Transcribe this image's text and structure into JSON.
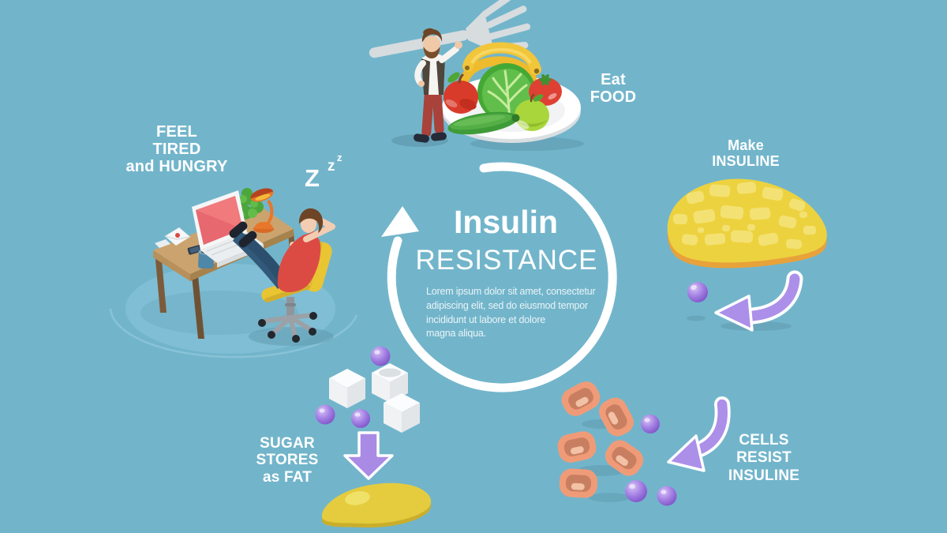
{
  "title": {
    "heading": "Insulin",
    "subheading": "RESISTANCE",
    "description": [
      "Lorem ipsum dolor sit amet, consectetur",
      "adipiscing elit, sed do eiusmod tempor",
      "incididunt ut labore et dolore",
      "magna aliqua."
    ]
  },
  "steps": {
    "eat_food": [
      "Eat",
      "FOOD"
    ],
    "make_insuline": [
      "Make",
      "INSULINE"
    ],
    "cells_resist_insuline": [
      "CELLS",
      "RESIST",
      "INSULINE"
    ],
    "sugar_stores_as_fat": [
      "SUGAR",
      "STORES",
      "as FAT"
    ],
    "feel_tired_and_hungry": [
      "FEEL",
      "TIRED",
      "and HUNGRY"
    ]
  },
  "sleep_zs": {
    "large": "Z",
    "medium": "z",
    "small": "z"
  },
  "icons": {
    "cycle": "circular-cycle-arrow",
    "eat_food": "man-carrying-giant-fork-with-plate-of-vegetables",
    "make_insuline": "pancreas-releasing-insulin-sphere",
    "cells_resist": "body-cells-with-insulin-spheres",
    "sugar_stores": "sugar-cubes-turning-into-fat-blob",
    "feel_tired": "tired-man-sleeping-in-chair-at-desk"
  },
  "colors": {
    "background": "#72B5CB",
    "text_white": "#FFFFFF",
    "purple_sphere": "#9F7BE0",
    "arrow_lavender": "#AC8FE8",
    "pancreas_yellow": "#EDD23F",
    "pancreas_rim": "#E8A23A",
    "cell_outer": "#F09B78",
    "cell_inner": "#C87E60",
    "fat_yellow": "#E5CC3E",
    "desk_wood": "#CBA36E",
    "chair_yellow": "#E9C533",
    "shirt_red": "#DC4B43",
    "jeans_blue": "#33597A",
    "shadow_teal": "#5E98AC"
  }
}
